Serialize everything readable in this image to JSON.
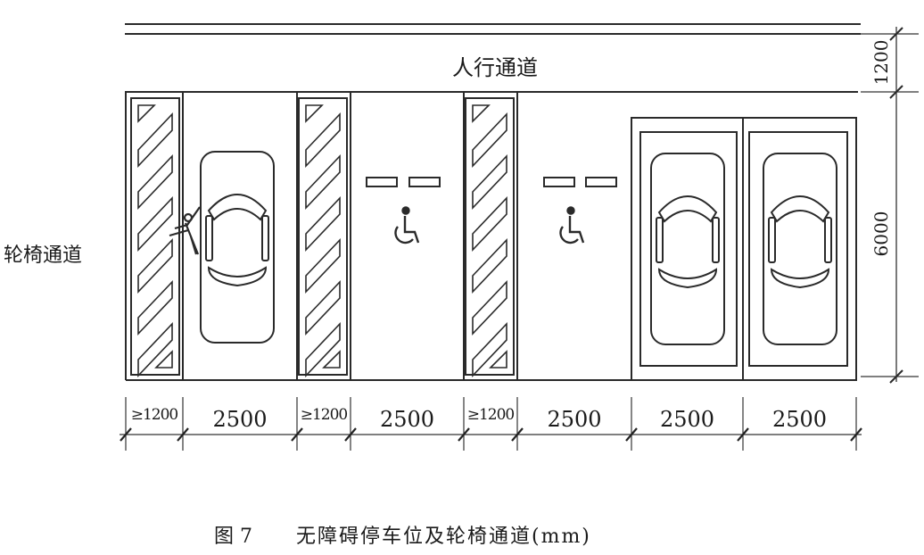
{
  "labels": {
    "pedestrian_walkway": "人行通道",
    "wheelchair_passage": "轮椅通道"
  },
  "dimensions": {
    "walkway_width": "1200",
    "bay_length": "6000",
    "bottom": [
      "≥1200",
      "2500",
      "≥1200",
      "2500",
      "≥1200",
      "2500",
      "2500",
      "2500"
    ]
  },
  "caption": {
    "figure_number": "图 7",
    "title": "无障碍停车位及轮椅通道(mm)"
  },
  "icons": [
    "car-icon",
    "wheelchair-icon",
    "person-icon",
    "hatch-pattern"
  ]
}
